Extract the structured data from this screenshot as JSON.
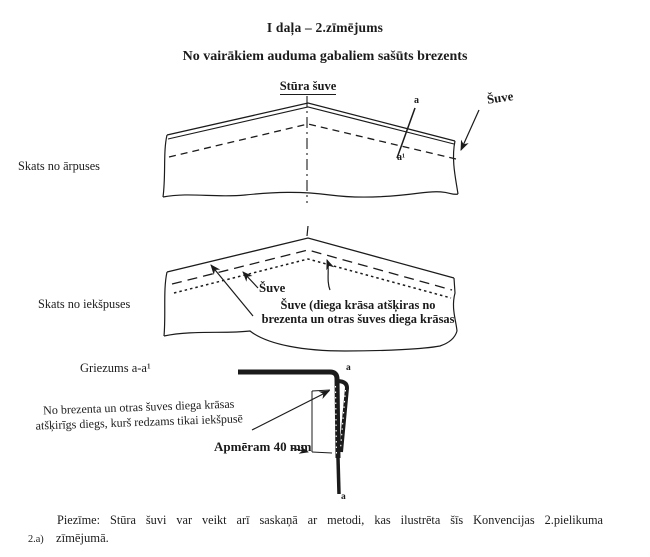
{
  "colors": {
    "ink": "#1b1b1b",
    "paper": "#ffffff"
  },
  "header": {
    "title": "I daļa – 2.zīmējums",
    "subtitle": "No vairākiem auduma gabaliem sašūts brezents"
  },
  "outside_view": {
    "view_label": "Skats no ārpuses",
    "corner_seam_label": "Stūra šuve",
    "seam_label": "Šuve",
    "marker_a": "a",
    "marker_a1": "a¹"
  },
  "inside_view": {
    "view_label": "Skats no iekšpuses",
    "seam_label": "Šuve",
    "seam_note_line1": "Šuve (diega krāsa atšķiras no",
    "seam_note_line2": "brezenta un otras šuves diega krāsas"
  },
  "cross_section": {
    "section_label": "Griezums a-a¹",
    "thread_note_line1": "No brezenta un otras šuves diega krāsas",
    "thread_note_line2": "atšķirīgs diegs, kurš redzams tikai iekšpusē",
    "dimension_label": "Apmēram 40 mm",
    "marker_a_top": "a",
    "marker_a_bottom": "a"
  },
  "footnote": {
    "margin_label": "2.a)",
    "line1": "Piezīme: Stūra šuvi var veikt arī saskaņā ar metodi, kas ilustrēta šīs Konvencijas 2.pielikuma",
    "line2": "zīmējumā."
  }
}
